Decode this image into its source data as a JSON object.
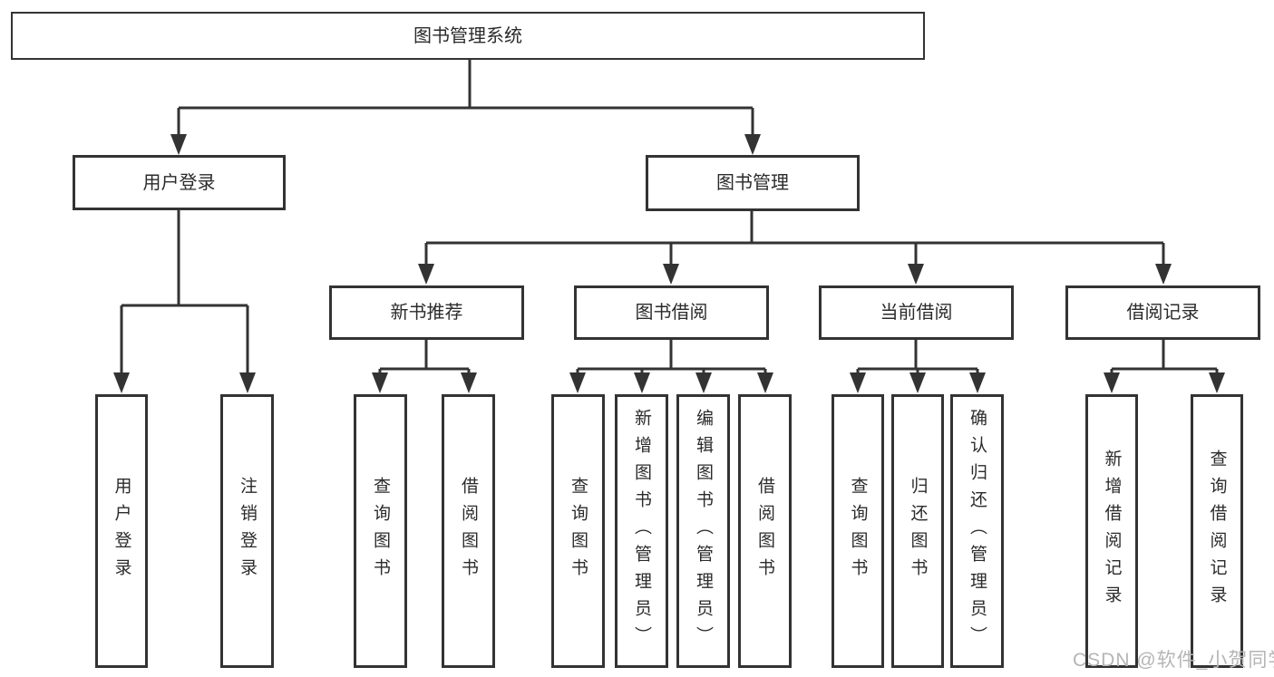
{
  "diagram": {
    "nodes": {
      "root": "图书管理系统",
      "userLogin": "用户登录",
      "bookManagement": "图书管理",
      "userLoginChildren": [
        "用户登录",
        "注销登录"
      ],
      "newBookRec": "新书推荐",
      "newBookRecChildren": [
        "查询图书",
        "借阅图书"
      ],
      "bookBorrow": "图书借阅",
      "bookBorrowChildren": [
        "查询图书",
        "新增图书（管理员）",
        "编辑图书（管理员）",
        "借阅图书"
      ],
      "currentBorrow": "当前借阅",
      "currentBorrowChildren": [
        "查询图书",
        "归还图书",
        "确认归还（管理员）"
      ],
      "borrowRecord": "借阅记录",
      "borrowRecordChildren": [
        "新增借阅记录",
        "查询借阅记录"
      ]
    }
  },
  "watermark": {
    "text": "CSDN @软件_小贺同学"
  },
  "colors": {
    "line": "#333333",
    "text": "#2b2b2b",
    "watermark": "#b5b5b5",
    "background": "#ffffff"
  }
}
